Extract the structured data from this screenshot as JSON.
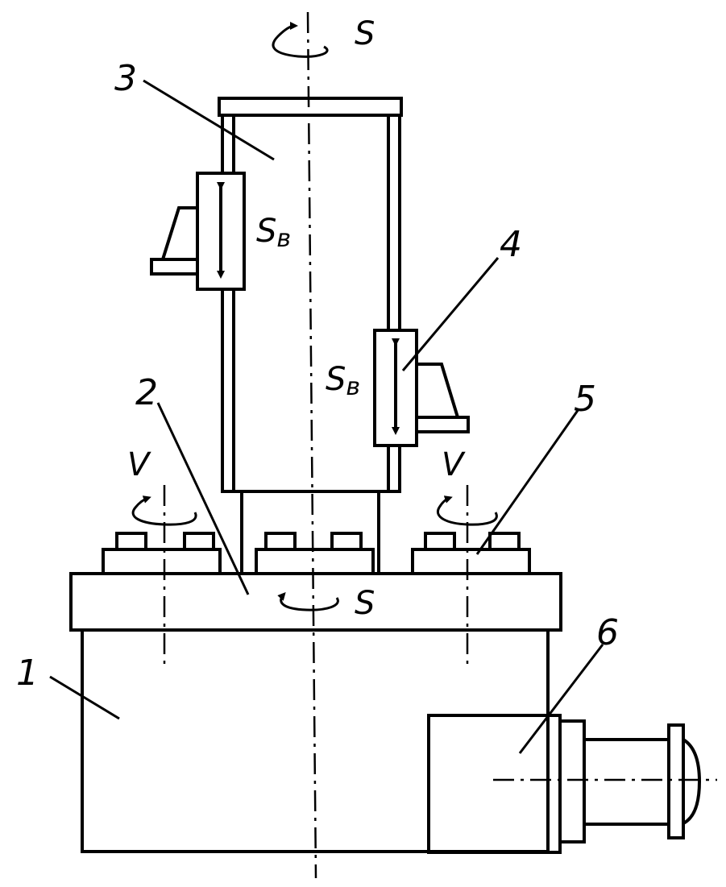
{
  "labels": {
    "base": "1",
    "table": "2",
    "column": "3",
    "carriage": "4",
    "workpiece_fixture": "5",
    "drive": "6"
  },
  "symbols": {
    "s_top": "S",
    "s_table": "S",
    "v_left": "V",
    "v_right": "V",
    "sv_left": "S",
    "sv_left_sub": "в",
    "sv_center": "S",
    "sv_center_sub": "в"
  },
  "colors": {
    "ink": "#000000",
    "paper": "#ffffff"
  }
}
